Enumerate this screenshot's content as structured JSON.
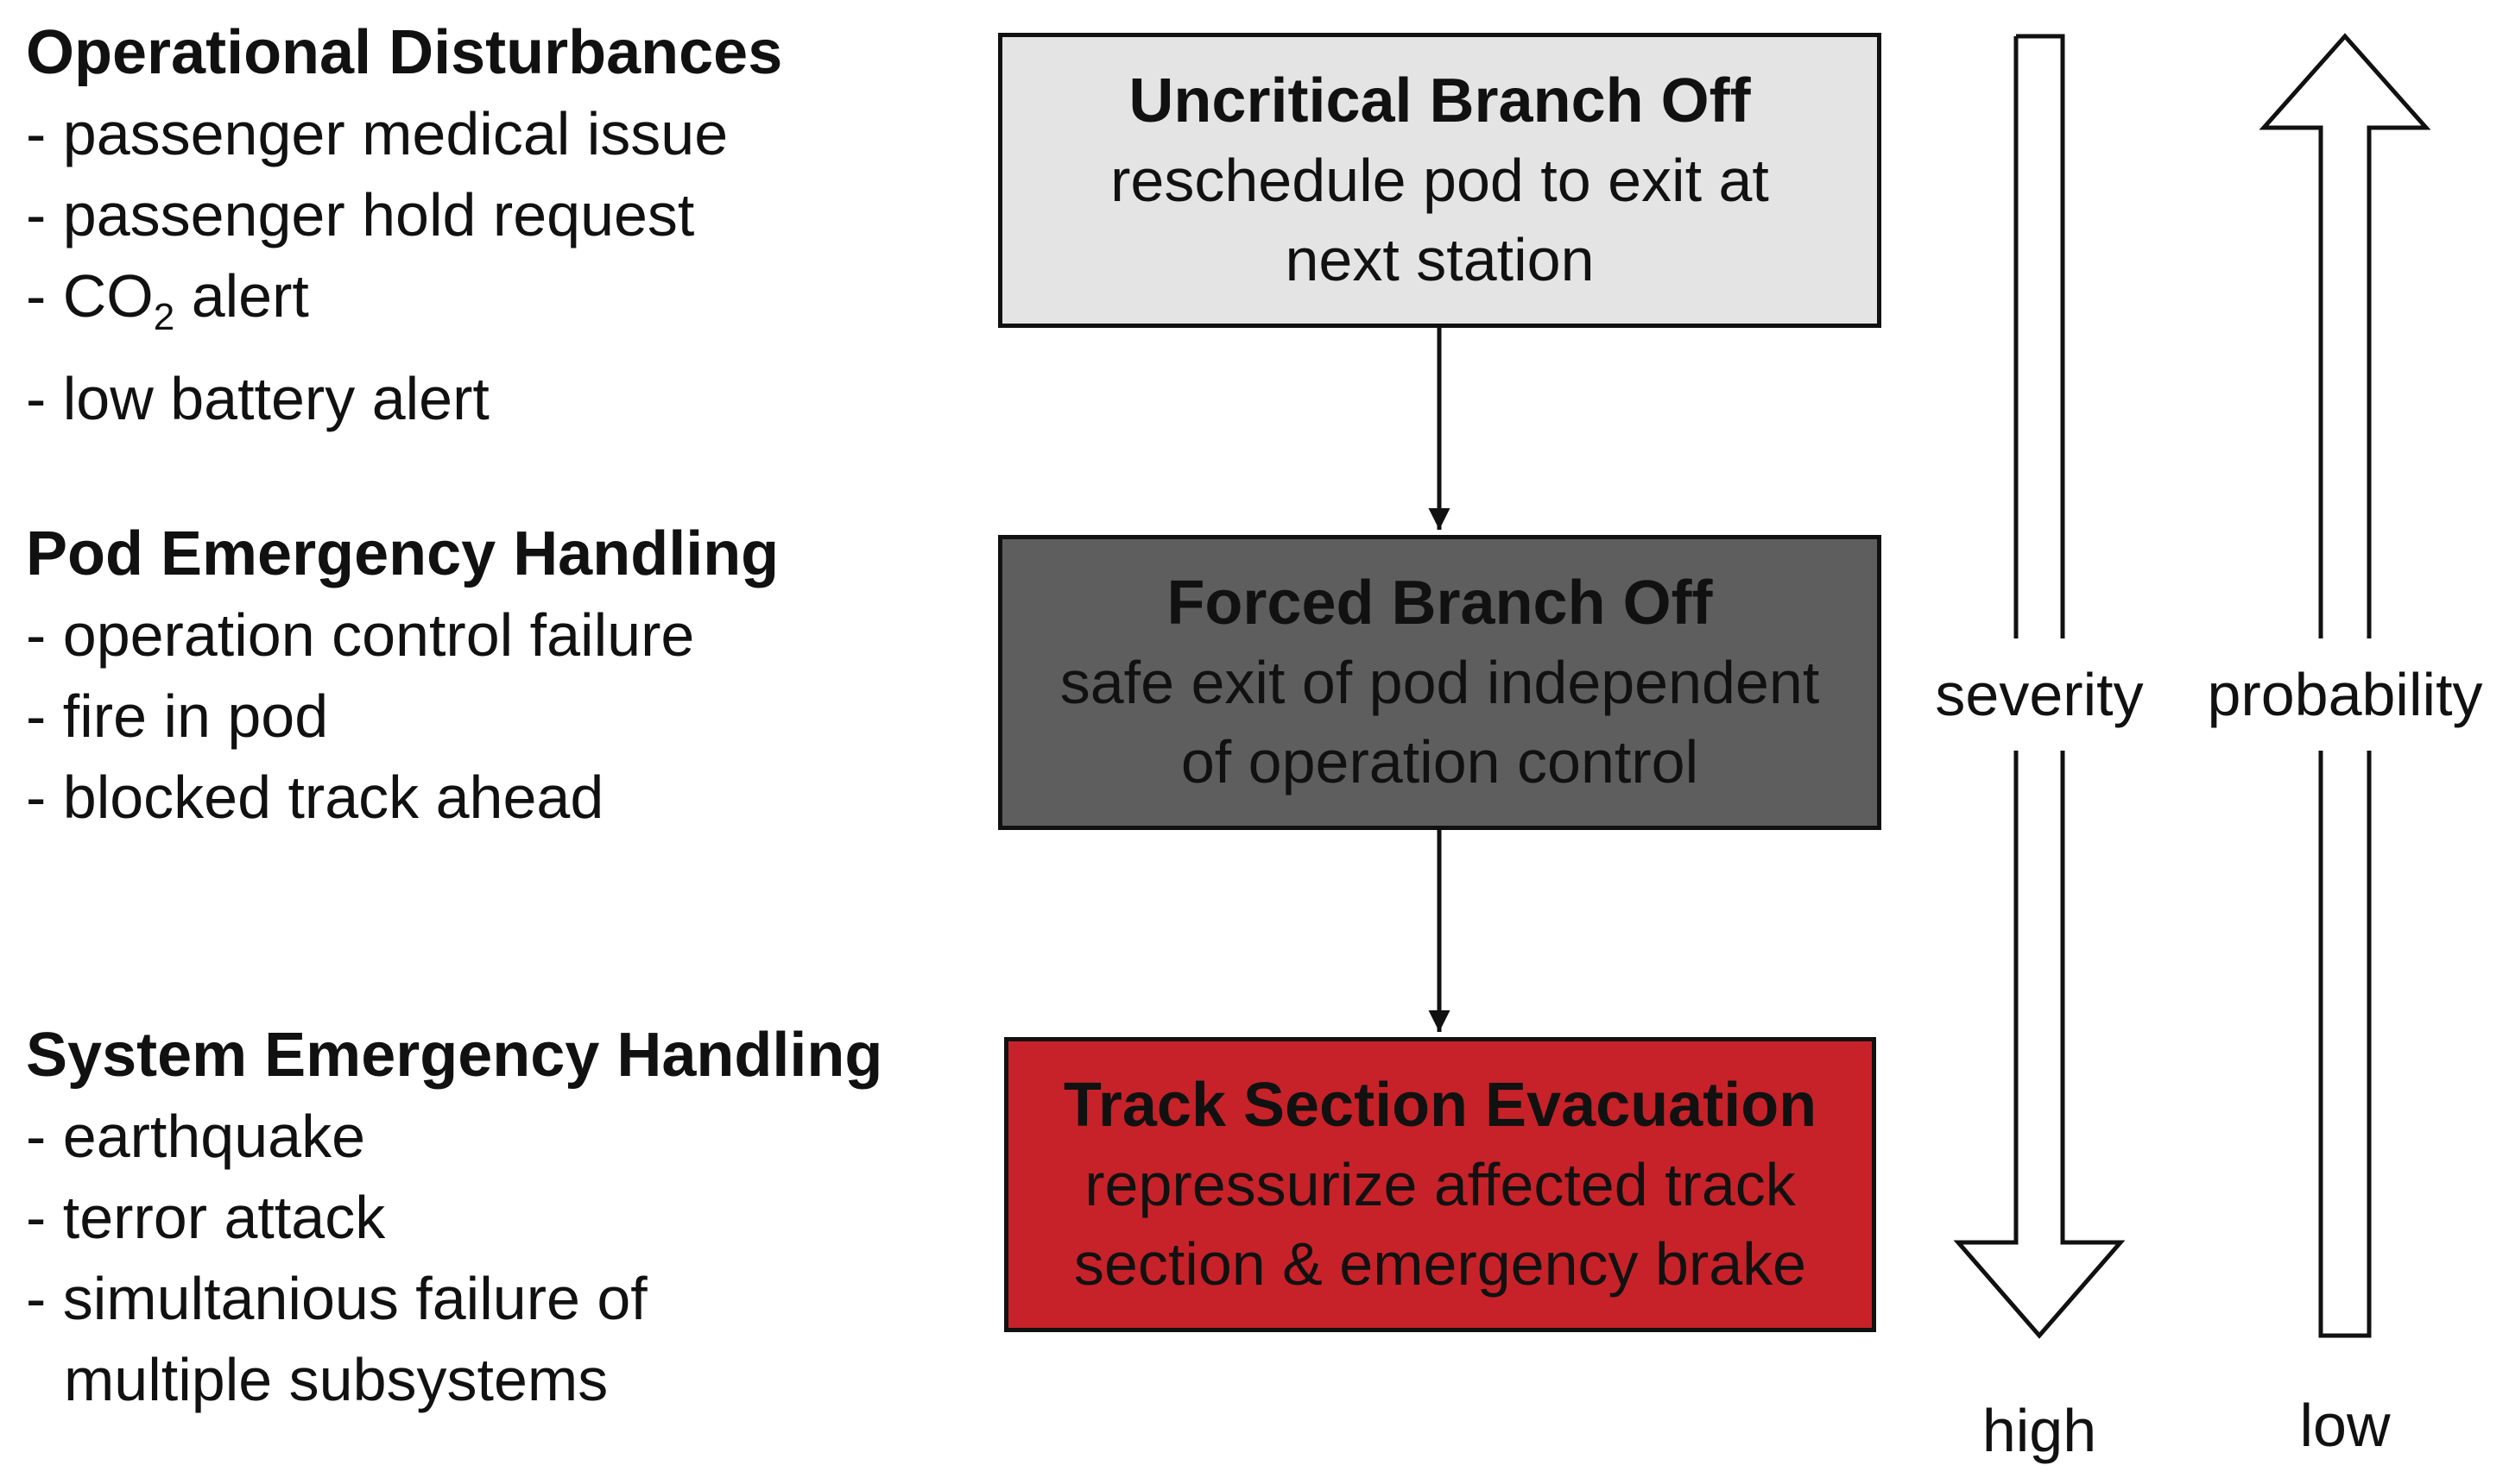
{
  "categories": [
    {
      "title": "Operational Disturbances",
      "items": [
        {
          "text": "- passenger medical issue"
        },
        {
          "text": "- passenger hold request"
        },
        {
          "text": "- CO",
          "sub": "2",
          "after": " alert"
        },
        {
          "text": "- low battery alert"
        }
      ]
    },
    {
      "title": "Pod Emergency Handling",
      "items": [
        {
          "text": "- operation control failure"
        },
        {
          "text": "- fire in pod"
        },
        {
          "text": "- blocked track ahead"
        }
      ]
    },
    {
      "title": "System Emergency Handling",
      "items": [
        {
          "text": "- earthquake"
        },
        {
          "text": "- terror attack"
        },
        {
          "text": "- simultanious failure of"
        },
        {
          "text": "multiple subsystems",
          "indent": true
        }
      ]
    }
  ],
  "boxes": [
    {
      "title": "Uncritical Branch Off",
      "lines": [
        "reschedule pod to exit at",
        "next station"
      ],
      "fill": "#e4e4e4"
    },
    {
      "title": "Forced Branch Off",
      "lines": [
        "safe exit of pod independent",
        "of operation control"
      ],
      "fill": "#5e5e5e"
    },
    {
      "title": "Track Section Evacuation",
      "lines": [
        "repressurize affected track",
        "section & emergency brake"
      ],
      "fill": "#c72229"
    }
  ],
  "scales": {
    "severity": {
      "label": "severity",
      "end_label": "high",
      "direction": "down"
    },
    "probability": {
      "label": "probability",
      "end_label": "low",
      "direction": "up"
    }
  },
  "colors": {
    "stroke": "#111111",
    "background": "#ffffff"
  }
}
